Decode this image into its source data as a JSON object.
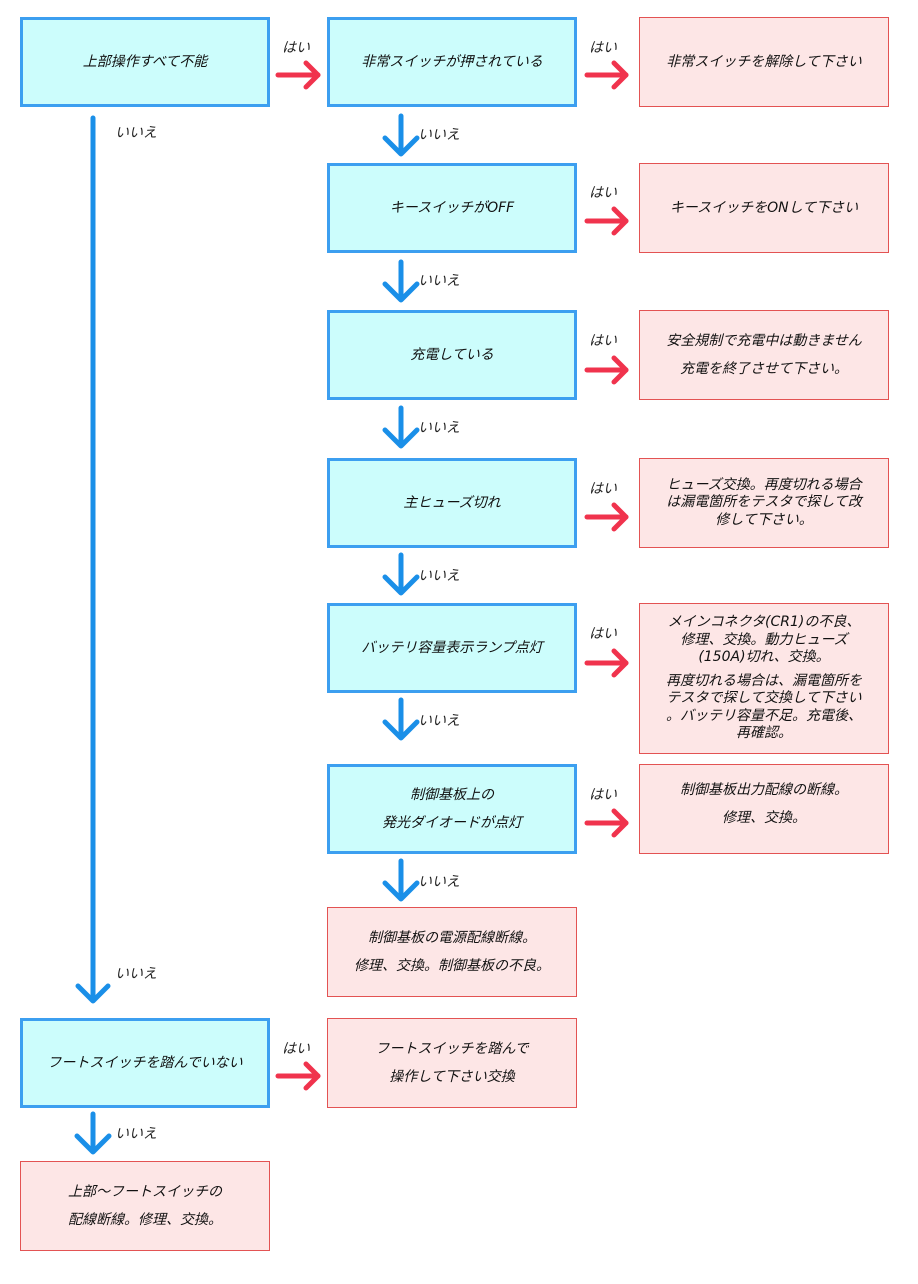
{
  "labels": {
    "yes": "はい",
    "no": "いいえ"
  },
  "colors": {
    "question_fill": "#ccfdfc",
    "question_border": "#3c9ff0",
    "answer_fill": "#fde6e6",
    "answer_border": "#e35353",
    "yes_arrow": "#f0334d",
    "no_arrow": "#1a8fe8"
  },
  "q": {
    "q1": "上部操作すべて不能",
    "q2": "非常スイッチが押されている",
    "q3": "キースイッチがOFF",
    "q4": "充電している",
    "q5": "主ヒューズ切れ",
    "q6": "バッテリ容量表示ランプ点灯",
    "q7_l1": "制御基板上の",
    "q7_l2": "発光ダイオードが点灯",
    "q8": "フートスイッチを踏んでいない"
  },
  "a": {
    "a2": "非常スイッチを解除して下さい",
    "a3": "キースイッチをONして下さい",
    "a4_l1": "安全規制で充電中は動きません",
    "a4_l2": "充電を終了させて下さい。",
    "a5_l1": "ヒューズ交換。再度切れる場合",
    "a5_l2": "は漏電箇所をテスタで探して改",
    "a5_l3": "修して下さい。",
    "a6_l1": "メインコネクタ(CR1)の不良、",
    "a6_l2": "修理、交換。動力ヒューズ",
    "a6_l3": "(150A)切れ、交換。",
    "a6_l4": "再度切れる場合は、漏電箇所を",
    "a6_l5": "テスタで探して交換して下さい",
    "a6_l6": "。バッテリ容量不足。充電後、",
    "a6_l7": "再確認。",
    "a7_l1": "制御基板出力配線の断線。",
    "a7_l2": "修理、交換。",
    "a8_l1": "制御基板の電源配線断線。",
    "a8_l2": "修理、交換。制御基板の不良。",
    "a9_l1": "フートスイッチを踏んで",
    "a9_l2": "操作して下さい交換",
    "a10_l1": "上部〜フートスイッチの",
    "a10_l2": "配線断線。修理、交換。"
  }
}
